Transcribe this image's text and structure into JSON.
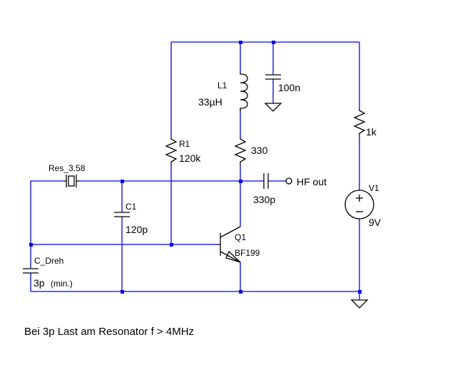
{
  "components": {
    "L1": {
      "name": "L1",
      "value": "33µH"
    },
    "C_bypass": {
      "value": "100n"
    },
    "R1": {
      "name": "R1",
      "value": "120k"
    },
    "R_coll": {
      "value": "330"
    },
    "R_supply": {
      "value": "1k"
    },
    "V1": {
      "name": "V1",
      "value": "9V"
    },
    "resonator": {
      "name": "Res_3.58"
    },
    "C1": {
      "name": "C1",
      "value": "120p"
    },
    "C_out": {
      "value": "330p"
    },
    "output": {
      "label": "HF out"
    },
    "Q1": {
      "name": "Q1",
      "value": "BF199"
    },
    "C_Dreh": {
      "name": "C_Dreh",
      "value": "3p",
      "note": "(min.)"
    }
  },
  "note": "Bei 3p Last am Resonator f > 4MHz",
  "colors": {
    "wire": "#0000ff",
    "component": "#000000",
    "text": "#000000",
    "background": "#ffffff"
  },
  "icons": [
    "ground-icon",
    "inductor-icon",
    "capacitor-icon",
    "resistor-icon",
    "crystal-icon",
    "voltage-source-icon",
    "npn-transistor-icon",
    "output-terminal-icon"
  ]
}
